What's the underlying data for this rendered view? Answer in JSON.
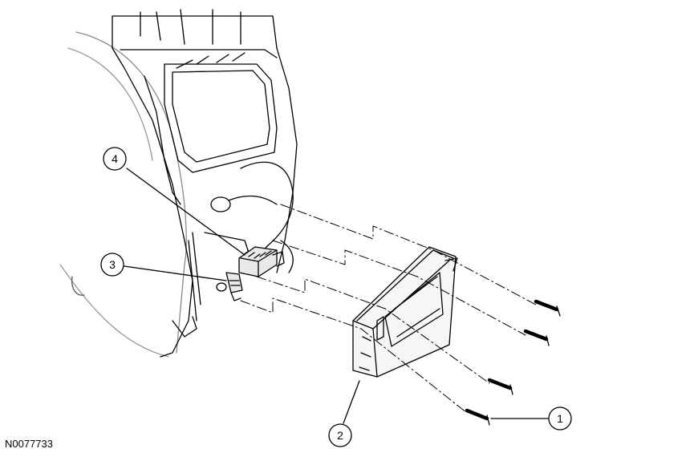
{
  "figure": {
    "id_label": "N0077733"
  },
  "callouts": [
    {
      "label": "1",
      "part": "screw"
    },
    {
      "label": "2",
      "part": "module"
    },
    {
      "label": "3",
      "part": "connector"
    },
    {
      "label": "4",
      "part": "electrical-connector"
    }
  ]
}
